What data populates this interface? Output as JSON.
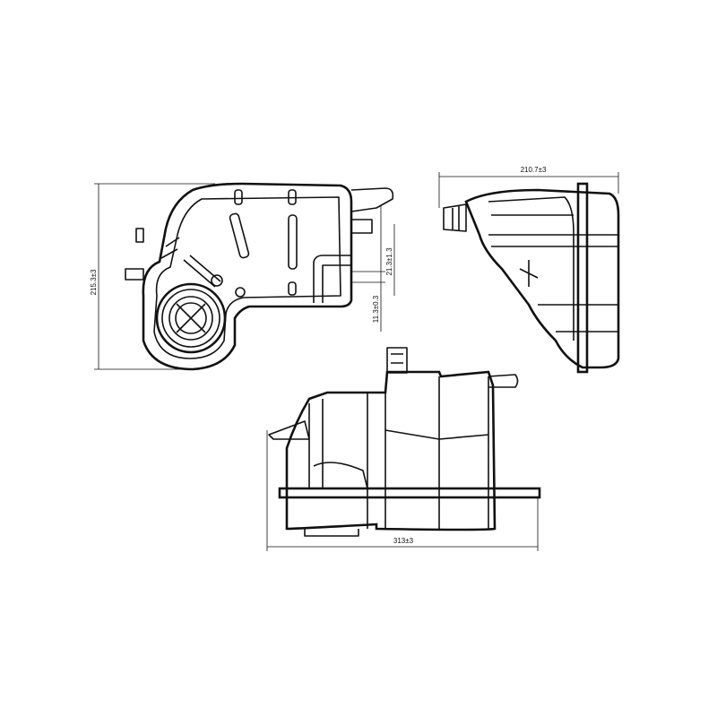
{
  "drawing": {
    "dimensions": {
      "height_left": "215.3±3",
      "outlet_upper": "21.3±1.3",
      "outlet_lower": "11.3±0.3",
      "width_side": "210.7±3",
      "length_bottom": "313±3"
    },
    "line_color": "#111111",
    "background": "#ffffff"
  }
}
